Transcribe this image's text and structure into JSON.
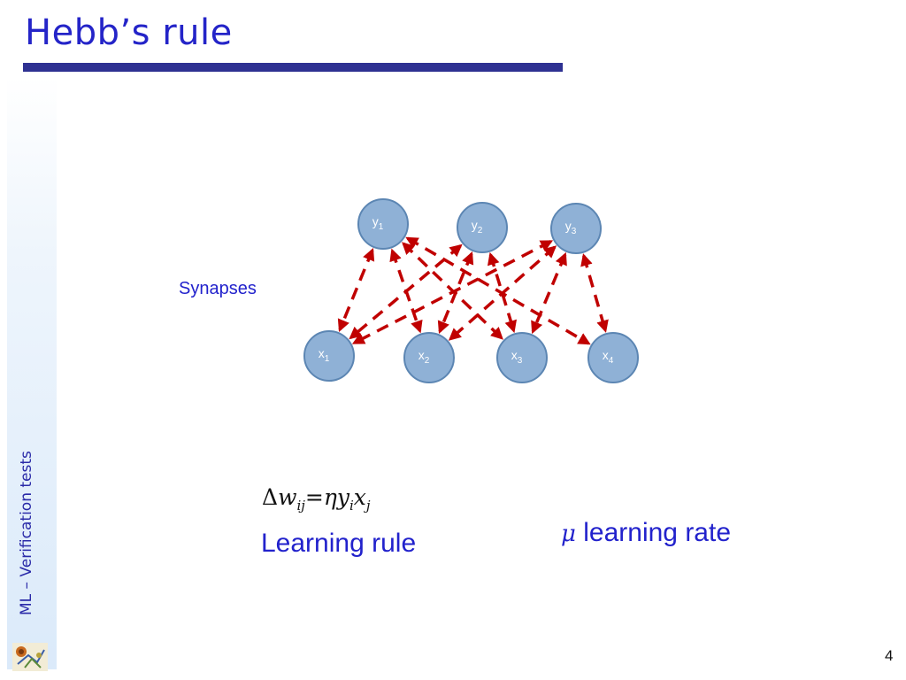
{
  "slide": {
    "title": "Hebb’s rule",
    "sidebar_label": "ML – Verification tests",
    "page_number": "4"
  },
  "diagram": {
    "synapses_label": "Synapses",
    "output_nodes": [
      {
        "base": "y",
        "index": "1"
      },
      {
        "base": "y",
        "index": "2"
      },
      {
        "base": "y",
        "index": "3"
      }
    ],
    "input_nodes": [
      {
        "base": "x",
        "index": "1"
      },
      {
        "base": "x",
        "index": "2"
      },
      {
        "base": "x",
        "index": "3"
      },
      {
        "base": "x",
        "index": "4"
      }
    ],
    "connections": [
      [
        "y1",
        "x1"
      ],
      [
        "y1",
        "x2"
      ],
      [
        "y1",
        "x3"
      ],
      [
        "y1",
        "x4"
      ],
      [
        "y2",
        "x1"
      ],
      [
        "y2",
        "x2"
      ],
      [
        "y2",
        "x3"
      ],
      [
        "y3",
        "x1"
      ],
      [
        "y3",
        "x2"
      ],
      [
        "y3",
        "x3"
      ],
      [
        "y3",
        "x4"
      ]
    ],
    "colors": {
      "node_fill": "#8fb1d6",
      "node_stroke": "#5c86b3",
      "synapse": "#c00000"
    }
  },
  "formula": {
    "delta": "Δ",
    "w": "w",
    "w_sub": "ij",
    "equals": "=",
    "eta": "η",
    "y": "y",
    "y_sub": "i",
    "x": "x",
    "x_sub": "j"
  },
  "captions": {
    "rule": "Learning rule",
    "mu": "μ",
    "rate": " learning rate"
  }
}
